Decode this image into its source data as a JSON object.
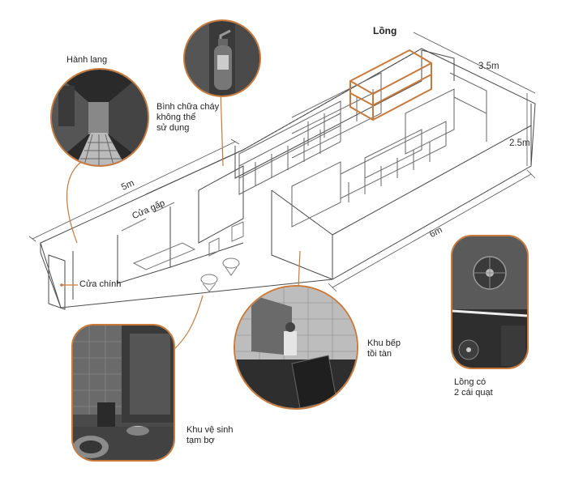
{
  "labels": {
    "hanh_lang": "Hành lang",
    "binh_chua_chay": "Bình chữa cháy\nkhông thể\nsử dụng",
    "long": "Lồng",
    "dim_35": "3.5m",
    "dim_25": "2.5m",
    "dim_5": "5m",
    "dim_6": "6m",
    "cua_gap": "Cửa gấp",
    "cua_chinh": "Cửa chính",
    "khu_bep": "Khu bếp\ntồi tàn",
    "khu_ve_sinh": "Khu vệ sinh\ntạm bợ",
    "long_quat": "Lồng có\n2 cái quạt"
  },
  "colors": {
    "accent": "#c97a3a",
    "line": "#3a3a3a"
  },
  "icons": [
    "fire-extinguisher-icon",
    "ceiling-fan-icon",
    "toilet-icon"
  ]
}
